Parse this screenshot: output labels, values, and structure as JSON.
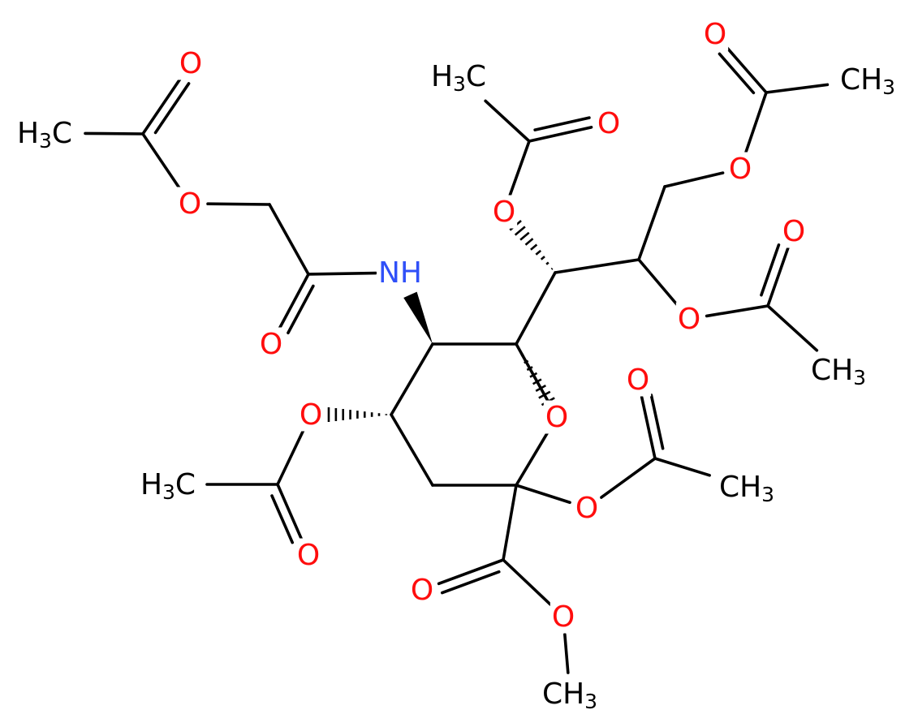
{
  "colors": {
    "bond": "#000000",
    "oxygen": "#ff0d0d",
    "nitrogen": "#3050f8",
    "carbon": "#000000"
  },
  "atoms": [
    {
      "key": "o_ac1_carbonyl",
      "sym": "O",
      "color": "oxygen"
    },
    {
      "key": "ch3_ac1",
      "sym": "H",
      "sub": "3",
      "tail": "C",
      "color": "carbon"
    },
    {
      "key": "o_ac1_ester",
      "sym": "O",
      "color": "oxygen"
    },
    {
      "key": "nh_amide",
      "sym": "NH",
      "color": "nitrogen"
    },
    {
      "key": "o_amide",
      "sym": "O",
      "color": "oxygen"
    },
    {
      "key": "ch3_ac2",
      "sym": "H",
      "sub": "3",
      "tail": "C",
      "color": "carbon"
    },
    {
      "key": "o_ac2_carbonyl",
      "sym": "O",
      "color": "oxygen"
    },
    {
      "key": "o_ac2_ester",
      "sym": "O",
      "color": "oxygen"
    },
    {
      "key": "o_ac3_carbonyl",
      "sym": "O",
      "color": "oxygen"
    },
    {
      "key": "ch3_ac3",
      "sym": "CH",
      "sub": "3",
      "color": "carbon"
    },
    {
      "key": "o_ac3_ester",
      "sym": "O",
      "color": "oxygen"
    },
    {
      "key": "o_ac4_carbonyl",
      "sym": "O",
      "color": "oxygen"
    },
    {
      "key": "o_ac4_ester",
      "sym": "O",
      "color": "oxygen"
    },
    {
      "key": "ch3_ac4",
      "sym": "CH",
      "sub": "3",
      "color": "carbon"
    },
    {
      "key": "o_ring",
      "sym": "O",
      "color": "oxygen"
    },
    {
      "key": "o_ac5_ester",
      "sym": "O",
      "color": "oxygen"
    },
    {
      "key": "ch3_ac5",
      "sym": "H",
      "sub": "3",
      "tail": "C",
      "color": "carbon"
    },
    {
      "key": "o_ac5_carbonyl",
      "sym": "O",
      "color": "oxygen"
    },
    {
      "key": "o_ac6_carbonyl",
      "sym": "O",
      "color": "oxygen"
    },
    {
      "key": "o_ac6_ester",
      "sym": "O",
      "color": "oxygen"
    },
    {
      "key": "ch3_ac6",
      "sym": "CH",
      "sub": "3",
      "color": "carbon"
    },
    {
      "key": "o_ester_carbonyl",
      "sym": "O",
      "color": "oxygen"
    },
    {
      "key": "o_ester_methoxy",
      "sym": "O",
      "color": "oxygen"
    },
    {
      "key": "ch3_methyl",
      "sym": "CH",
      "sub": "3",
      "color": "carbon"
    }
  ]
}
